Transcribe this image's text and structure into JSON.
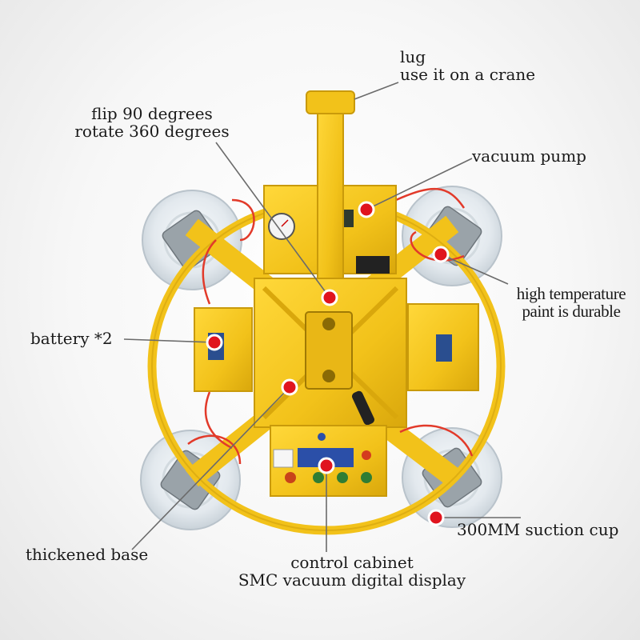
{
  "colors": {
    "frame_yellow": "#f2c21a",
    "frame_shadow": "#c99a0a",
    "marker_red": "#e0141e",
    "cup_white": "#e9eef2",
    "hose_red": "#e23a2a",
    "leader_line": "#6b6b6b"
  },
  "callouts": {
    "lug": {
      "line1": "lug",
      "line2": "use it on a crane"
    },
    "rotate": {
      "line1": "flip 90 degrees",
      "line2": "rotate 360 degrees"
    },
    "vacuum_pump": {
      "line1": "vacuum pump"
    },
    "paint": {
      "line1": "high temperature",
      "line2": "paint is durable"
    },
    "battery": {
      "line1": "battery *2"
    },
    "suction_cup": {
      "line1": "300MM suction cup"
    },
    "base": {
      "line1": "thickened base"
    },
    "cabinet": {
      "line1": "control cabinet",
      "line2": "SMC vacuum digital display"
    }
  }
}
